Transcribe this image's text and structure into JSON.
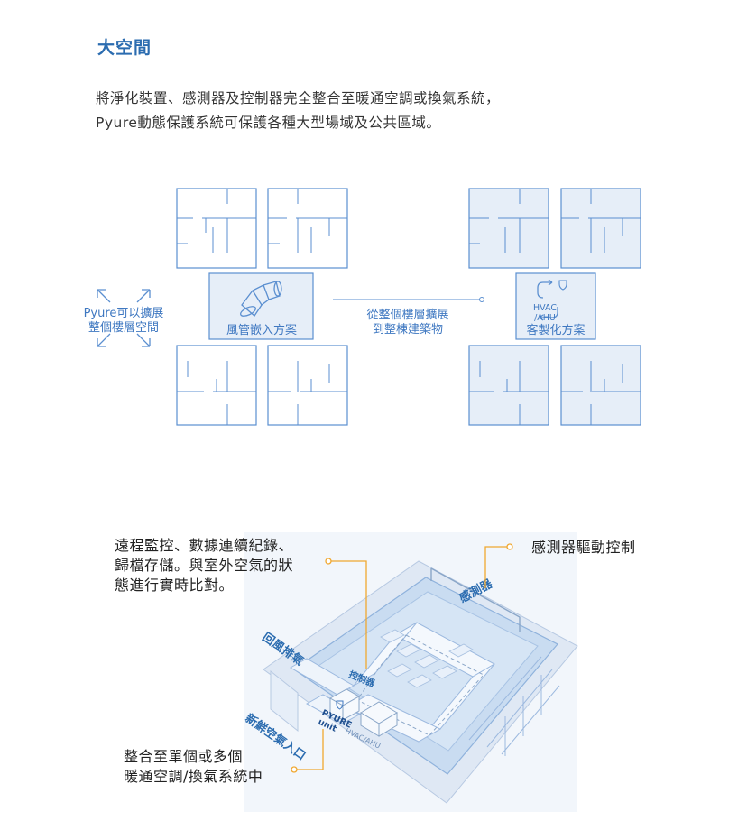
{
  "section_title": "大空間",
  "intro": {
    "line1": "將淨化裝置、感測器及控制器完全整合至暖通空調或換氣系統，",
    "line2": "Pyure動態保護系統可保護各種大型場域及公共區域。"
  },
  "floor_diagram": {
    "expand_label_line1": "Pyure可以擴展",
    "expand_label_line2": "整個樓層空間",
    "duct_label": "風管嵌入方案",
    "arrow_label_line1": "從整個樓層擴展",
    "arrow_label_line2": "到整棟建築物",
    "hvac_icon_line1": "HVAC",
    "hvac_icon_line2": "/AHU",
    "custom_label": "客製化方案"
  },
  "system_diagram": {
    "callout_monitor_line1": "遠程監控、數據連續紀錄、",
    "callout_monitor_line2": "歸檔存儲。與室外空氣的狀",
    "callout_monitor_line3": "態進行實時比對。",
    "callout_sensor": "感測器驅動控制",
    "callout_integrate_line1": "整合至單個或多個",
    "callout_integrate_line2": "暖通空調/換氣系統中",
    "label_sensor": "感測器",
    "label_return": "回風排氣",
    "label_controller": "控制器",
    "label_fresh_air": "新鮮空氣入口",
    "label_unit_line1": "PYURE",
    "label_unit_line2": "unit",
    "label_hvac": "HVAC/AHU"
  },
  "colors": {
    "accent_blue": "#2b6cb0",
    "line_blue": "#5b8fd0",
    "room_fill": "#e6eef8",
    "callout_orange": "#f0a830"
  }
}
